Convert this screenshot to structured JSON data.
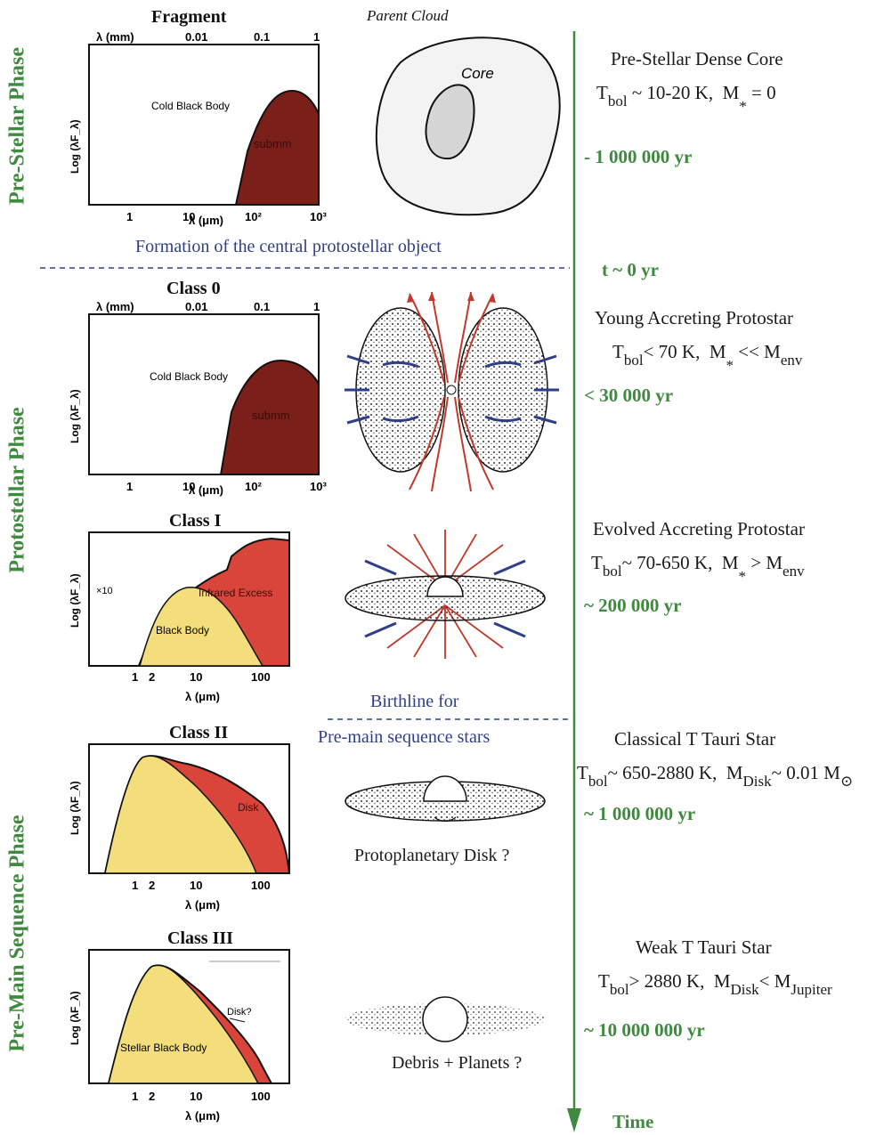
{
  "phases": {
    "pre_stellar": "Pre-Stellar Phase",
    "protostellar": "Protostellar Phase",
    "pre_main_sequence": "Pre-Main Sequence Phase"
  },
  "panels": {
    "fragment": {
      "title": "Fragment",
      "top_axis": "λ (mm)",
      "top_ticks": [
        "0.01",
        "0.1",
        "1"
      ],
      "bottom_ticks": [
        "1",
        "10",
        "10²",
        "10³"
      ],
      "xlabel": "λ (μm)",
      "ylabel": "Log (λF_λ)",
      "label_body": "Cold Black Body",
      "label_fill": "submm"
    },
    "class0": {
      "title": "Class 0",
      "top_axis": "λ (mm)",
      "top_ticks": [
        "0.01",
        "0.1",
        "1"
      ],
      "bottom_ticks": [
        "1",
        "10",
        "10²",
        "10³"
      ],
      "xlabel": "λ (μm)",
      "ylabel": "Log (λF_λ)",
      "label_body": "Cold Black Body",
      "label_fill": "submm"
    },
    "class1": {
      "title": "Class I",
      "bottom_ticks": [
        "1",
        "2",
        "10",
        "100"
      ],
      "xlabel": "λ (μm)",
      "ylabel": "Log (λF_λ)",
      "label_body": "Black Body",
      "label_fill": "Infrared Excess",
      "scale_note": "×10"
    },
    "class2": {
      "title": "Class II",
      "bottom_ticks": [
        "1",
        "2",
        "10",
        "100"
      ],
      "xlabel": "λ (μm)",
      "ylabel": "Log (λF_λ)",
      "label_fill": "Disk"
    },
    "class3": {
      "title": "Class III",
      "bottom_ticks": [
        "1",
        "2",
        "10",
        "100"
      ],
      "xlabel": "λ (μm)",
      "ylabel": "Log (λF_λ)",
      "label_body": "Stellar Black Body",
      "label_fill": "Disk?"
    }
  },
  "sketches": {
    "parent_cloud": "Parent Cloud",
    "core": "Core",
    "formation": "Formation of the central protostellar object",
    "birthline_1": "Birthline for",
    "birthline_2": "Pre-main sequence stars",
    "protoplanetary": "Protoplanetary Disk ?",
    "debris": "Debris + Planets ?"
  },
  "stages": [
    {
      "name": "Pre-Stellar Dense Core",
      "time": "- 1 000 000 yr"
    },
    {
      "name": "Young Accreting Protostar",
      "time": "< 30 000 yr"
    },
    {
      "name": "Evolved Accreting Protostar",
      "time": "~ 200 000 yr"
    },
    {
      "name": "Classical T Tauri Star",
      "time": "~ 1 000 000 yr"
    },
    {
      "name": "Weak T Tauri Star",
      "time": "~ 10 000 000 yr"
    }
  ],
  "t0_label": "t ~ 0 yr",
  "time_axis_label": "Time",
  "colors": {
    "phase_green": "#3f8a3f",
    "submm_fill": "#7a1f1a",
    "excess_fill": "#d9453a",
    "blackbody_fill": "#f4de7c",
    "blue_text": "#2f3e88"
  }
}
